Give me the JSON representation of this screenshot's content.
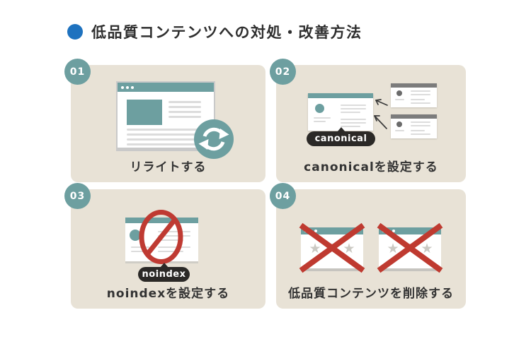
{
  "title": "低品質コンテンツへの対処・改善方法",
  "panels": [
    {
      "number": "01",
      "caption": "リライトする",
      "icon": "refresh-icon"
    },
    {
      "number": "02",
      "caption": "canonicalを設定する",
      "tag": "canonical"
    },
    {
      "number": "03",
      "caption": "noindexを設定する",
      "tag": "noindex"
    },
    {
      "number": "04",
      "caption": "低品質コンテンツを削除する",
      "stars": "★★★"
    }
  ],
  "colors": {
    "accent_blue": "#1e72bf",
    "teal": "#6d9fa0",
    "panel_bg": "#e8e2d6",
    "tag_bg": "#2b2927",
    "alert_red": "#bf3a30",
    "small_window_header_gray": "#7c7c7c",
    "text_dark": "#333333"
  }
}
